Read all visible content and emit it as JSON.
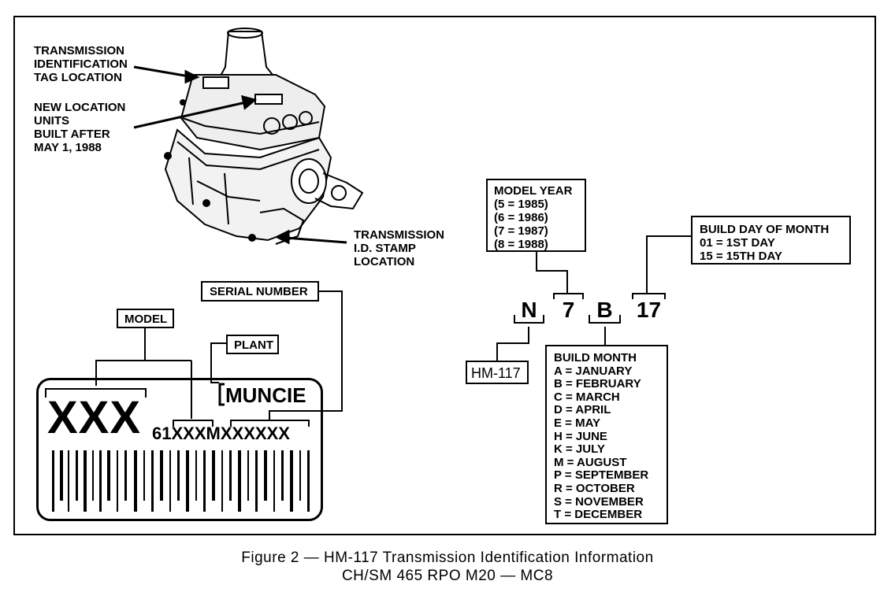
{
  "callouts": {
    "tag_location": [
      "TRANSMISSION",
      "IDENTIFICATION",
      "TAG LOCATION"
    ],
    "new_location": [
      "NEW LOCATION",
      "UNITS",
      "BUILT AFTER",
      "MAY 1, 1988"
    ],
    "stamp_location": [
      "TRANSMISSION",
      "I.D. STAMP",
      "LOCATION"
    ]
  },
  "tag": {
    "serial_number_label": "SERIAL NUMBER",
    "model_label": "MODEL",
    "plant_label": "PLANT",
    "plant_name": "MUNCIE",
    "model_code": "XXX",
    "tag_code_prefix": "61",
    "tag_code_model": "XXX",
    "tag_code_plant": "M",
    "tag_code_serial": "XXXXXX"
  },
  "code": {
    "chars": [
      "N",
      "7",
      "B",
      "17"
    ],
    "model_name": "HM-117"
  },
  "model_year": {
    "title": "MODEL YEAR",
    "rows": [
      "(5 = 1985)",
      "(6 = 1986)",
      "(7 = 1987)",
      "(8 = 1988)"
    ]
  },
  "build_day": {
    "title": "BUILD DAY OF MONTH",
    "rows": [
      "01 = 1ST DAY",
      "15 = 15TH DAY"
    ]
  },
  "build_month": {
    "title": "BUILD MONTH",
    "rows": [
      "A = JANUARY",
      "B = FEBRUARY",
      "C = MARCH",
      "D = APRIL",
      "E = MAY",
      "H = JUNE",
      "K = JULY",
      "M = AUGUST",
      "P = SEPTEMBER",
      "R = OCTOBER",
      "S = NOVEMBER",
      "T = DECEMBER"
    ]
  },
  "caption": {
    "line1": "Figure 2 — HM-117 Transmission Identification Information",
    "line2": "CH/SM 465   RPO M20 — MC8"
  }
}
